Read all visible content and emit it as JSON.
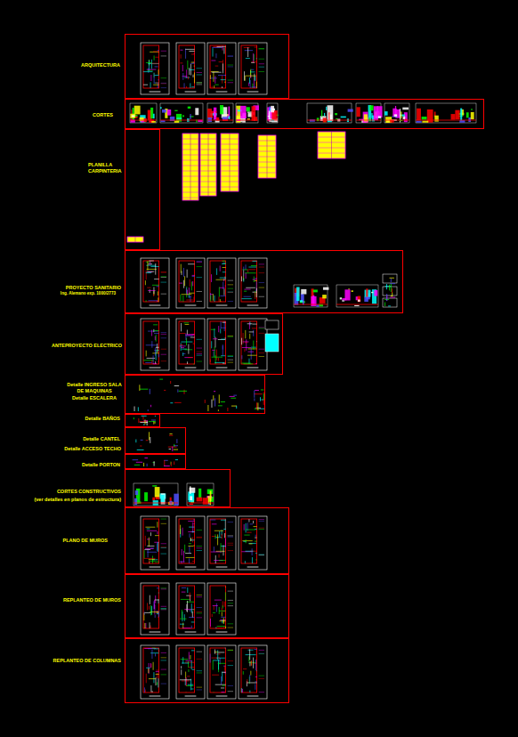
{
  "diagram": {
    "nodes": [
      {
        "text": [
          "ARQUITECTURA"
        ]
      },
      {
        "text": [
          "CORTES"
        ]
      },
      {
        "text": [
          "PLANILLA CARPINTERIA"
        ]
      },
      {
        "text": [
          "PROYECTO SANITARIO",
          "Ing. Alemano exp. 1000/2773"
        ]
      },
      {
        "text": [
          "ANTEPROYECTO ELECTRICO"
        ]
      },
      {
        "text": [
          "Detalle INGRESO SALA DE MAQUINAS",
          "Detalle ESCALERA"
        ]
      },
      {
        "text": [
          "Detalle BAÑOS"
        ]
      },
      {
        "text": [
          "Detalle CANTEL",
          "Detalle ACCESO TECHO"
        ]
      },
      {
        "text": [
          "Detalle PORTON"
        ]
      },
      {
        "text": [
          "CORTES CONSTRUCTIVOS",
          "(ver detalles en planos de estructura)"
        ]
      },
      {
        "text": [
          "PLANO DE MUROS"
        ]
      },
      {
        "text": [
          "REPLANTEO DE MUROS"
        ]
      },
      {
        "text": [
          "REPLANTEO DE COLUMNAS"
        ]
      }
    ]
  }
}
